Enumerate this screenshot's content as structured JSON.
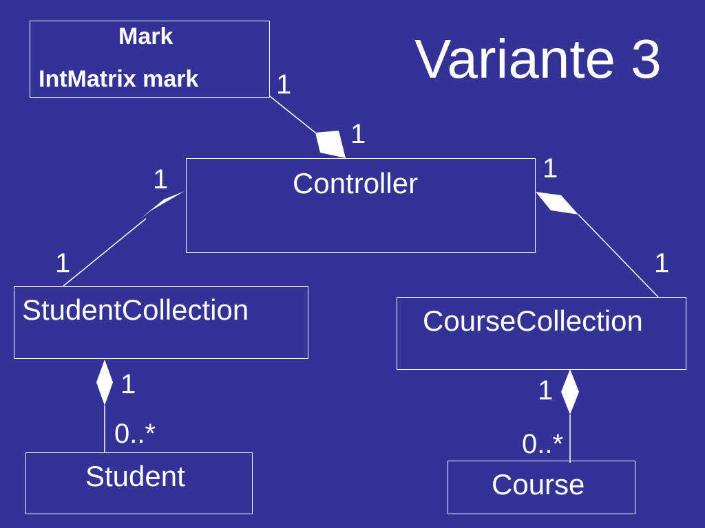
{
  "slide_title": "Variante 3",
  "classes": {
    "mark": {
      "name": "Mark",
      "attribute": "IntMatrix mark"
    },
    "controller": {
      "name": "Controller"
    },
    "student_collection": {
      "name": "StudentCollection"
    },
    "course_collection": {
      "name": "CourseCollection"
    },
    "student": {
      "name": "Student"
    },
    "course": {
      "name": "Course"
    }
  },
  "multiplicities": {
    "mark_side": "1",
    "controller_mark_side": "1",
    "controller_student_side": "1",
    "controller_course_side": "1",
    "studentcollection_controller_side": "1",
    "coursecollection_controller_side": "1",
    "studentcollection_student_side": "1",
    "student_side": "0..*",
    "coursecollection_course_side": "1",
    "course_side": "0..*"
  },
  "colors": {
    "background": "#333395",
    "foreground": "#ffffff"
  }
}
